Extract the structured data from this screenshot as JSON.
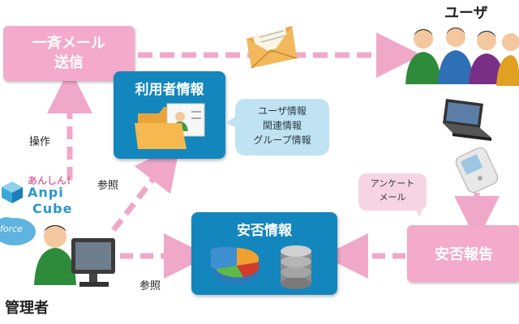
{
  "nodes": {
    "broadcast": {
      "line1": "一斉メール",
      "line2": "送信"
    },
    "user_info": {
      "title": "利用者情報"
    },
    "user_info_bubble": {
      "line1": "ユーザ情報",
      "line2": "関連情報",
      "line3": "グループ情報"
    },
    "safety_info": {
      "title": "安否情報"
    },
    "safety_report": {
      "title": "安否報告"
    },
    "survey_bubble": {
      "line1": "アンケート",
      "line2": "メール"
    },
    "users_label": "ユーザ",
    "admin_label": "管理者",
    "logo": {
      "line1": "あんしん!",
      "line2": "Anpi",
      "line3": "Cube"
    },
    "salesforce_text": "force"
  },
  "edges": {
    "operate": "操作",
    "reference1": "参照",
    "reference2": "参照"
  },
  "colors": {
    "pink_box": "#f3aacb",
    "arrow_pink": "#f0a8c8",
    "blue_box": "#1386bd",
    "bubble_blue": "#bfe3f3"
  }
}
